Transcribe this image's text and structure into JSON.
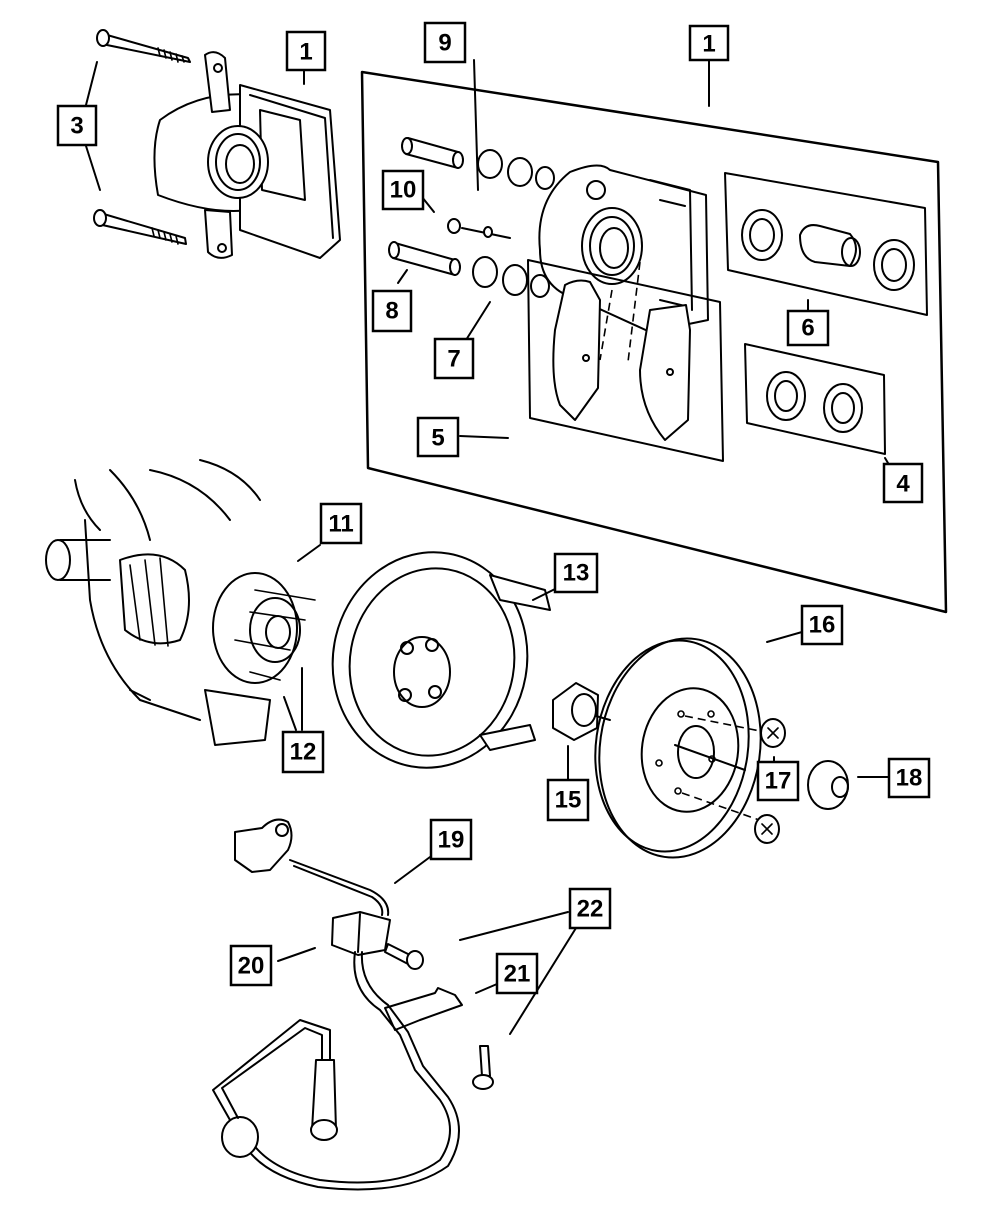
{
  "diagram": {
    "title": "Front Brake and Wheel Speed Sensor Exploded View",
    "colors": {
      "line": "#000000",
      "background": "#ffffff"
    },
    "callouts": [
      {
        "id": "c1a",
        "label": "1",
        "part": "caliper-assembly"
      },
      {
        "id": "c1b",
        "label": "1",
        "part": "caliper-kit-panel"
      },
      {
        "id": "c3",
        "label": "3",
        "part": "caliper-guide-bolts"
      },
      {
        "id": "c4",
        "label": "4",
        "part": "seal-kit"
      },
      {
        "id": "c5",
        "label": "5",
        "part": "brake-pads"
      },
      {
        "id": "c6",
        "label": "6",
        "part": "piston-kit"
      },
      {
        "id": "c7",
        "label": "7",
        "part": "bushing-boot"
      },
      {
        "id": "c8",
        "label": "8",
        "part": "guide-pin"
      },
      {
        "id": "c9",
        "label": "9",
        "part": "boot"
      },
      {
        "id": "c10",
        "label": "10",
        "part": "bleeder-screw"
      },
      {
        "id": "c11",
        "label": "11",
        "part": "hub-bearing"
      },
      {
        "id": "c12",
        "label": "12",
        "part": "wheel-studs"
      },
      {
        "id": "c13",
        "label": "13",
        "part": "splash-shield"
      },
      {
        "id": "c15",
        "label": "15",
        "part": "hub-nut"
      },
      {
        "id": "c16",
        "label": "16",
        "part": "brake-rotor"
      },
      {
        "id": "c17",
        "label": "17",
        "part": "rotor-retainers"
      },
      {
        "id": "c18",
        "label": "18",
        "part": "dust-cap"
      },
      {
        "id": "c19",
        "label": "19",
        "part": "wheel-speed-sensor"
      },
      {
        "id": "c20",
        "label": "20",
        "part": "sensor-clip"
      },
      {
        "id": "c21",
        "label": "21",
        "part": "sensor-bracket"
      },
      {
        "id": "c22",
        "label": "22",
        "part": "sensor-bolts"
      }
    ]
  }
}
